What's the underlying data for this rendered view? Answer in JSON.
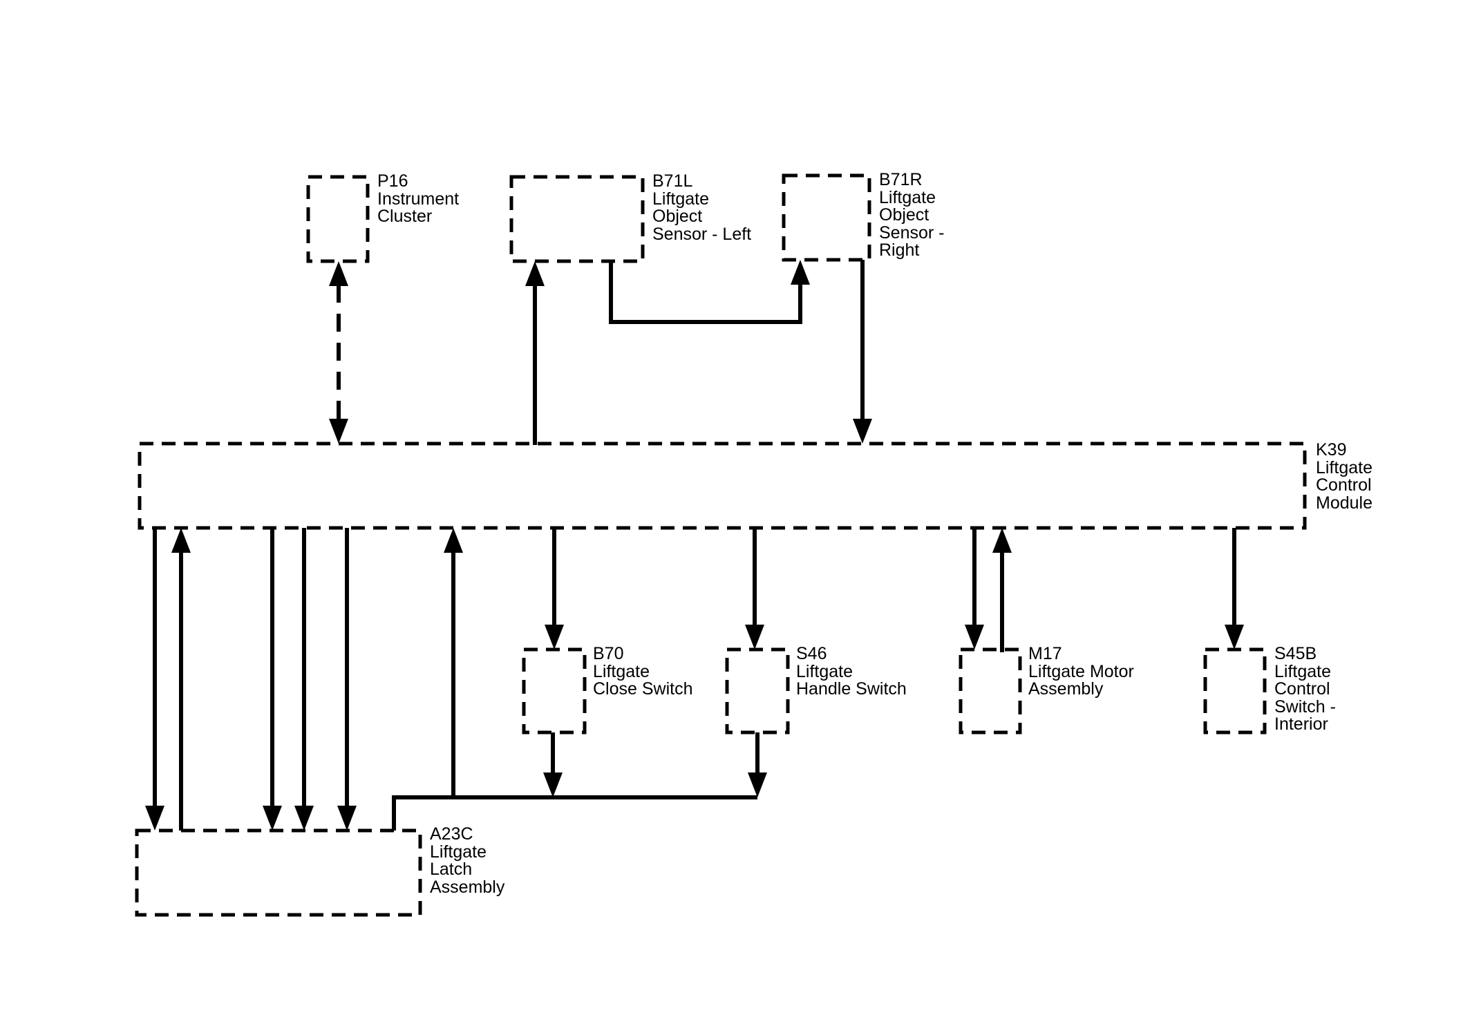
{
  "components": {
    "p16": "P16\nInstrument\nCluster",
    "b71l": "B71L\nLiftgate\nObject\nSensor - Left",
    "b71r": "B71R\nLiftgate\nObject\nSensor -\nRight",
    "k39": "K39\nLiftgate\nControl\nModule",
    "b70": "B70\nLiftgate\nClose Switch",
    "s46": "S46\nLiftgate\nHandle Switch",
    "m17": "M17\nLiftgate Motor\nAssembly",
    "s45b": "S45B\nLiftgate\nControl\nSwitch -\nInterior",
    "a23c": "A23C\nLiftgate\nLatch\nAssembly"
  }
}
